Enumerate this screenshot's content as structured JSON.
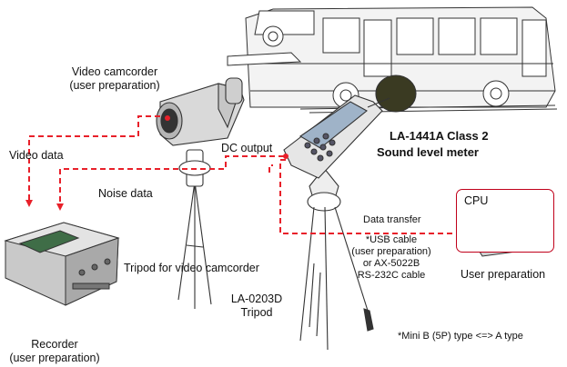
{
  "labels": {
    "camcorder": "Video camcorder",
    "camcorder_note": "(user preparation)",
    "video_data": "Video data",
    "noise_data": "Noise data",
    "dc_output": "DC output",
    "meter_model": "LA-1441A  Class 2",
    "meter_name": "Sound level meter",
    "data_transfer": "Data transfer",
    "cpu": "CPU",
    "user_preparation": "User preparation",
    "usb_cable": "*USB cable",
    "usb_note": "(user preparation)",
    "or_cable": "or  AX-5022B",
    "rs232": "RS-232C cable",
    "tripod_cam": "Tripod for video camcorder",
    "meter_tripod_model": "LA-0203D",
    "meter_tripod": "Tripod",
    "recorder": "Recorder",
    "recorder_note": "(user preparation)",
    "footnote": "*Mini B (5P) type <=> A type"
  },
  "colors": {
    "connection": "#e8202a",
    "cpu_border": "#c0001a",
    "meter_ball": "#3a3a22"
  },
  "icons": [
    "bus-icon",
    "camcorder-icon",
    "sound-level-meter-icon",
    "recorder-icon",
    "laptop-icon",
    "tripod-icon"
  ]
}
